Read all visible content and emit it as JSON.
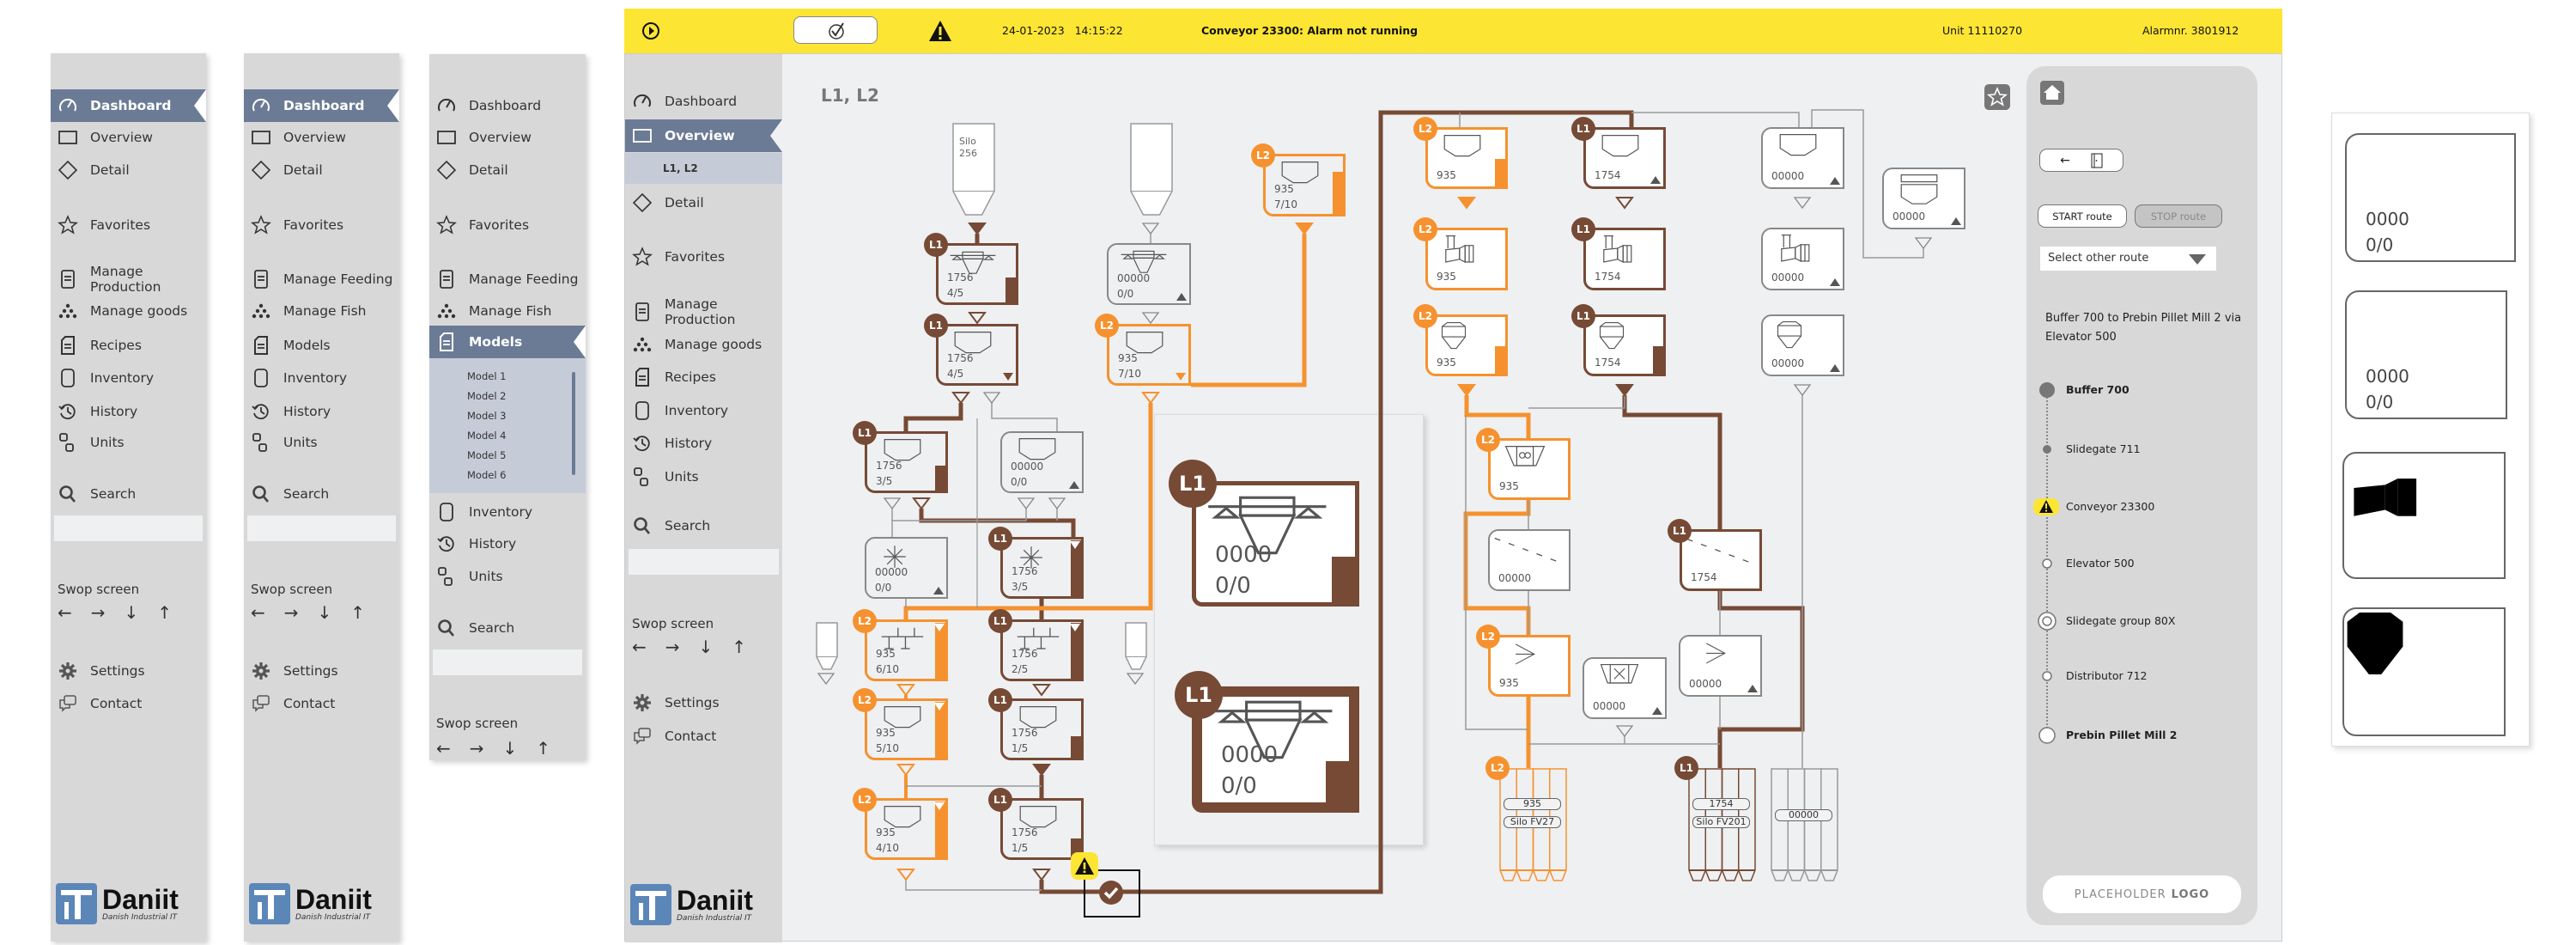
{
  "colors": {
    "L1": "#764a35",
    "L2": "#f5922f",
    "alarm_bar": "#fde533",
    "sidebar": "#d8d8d8",
    "sidebar_active": "#6b7b95",
    "sidebar_sub": "#c5ccd7",
    "idle": "#888888"
  },
  "logo": {
    "name": "Daniit",
    "tagline": "Danish Industrial IT"
  },
  "sidebars": [
    {
      "items": [
        {
          "label": "Dashboard",
          "icon": "gauge",
          "active": true
        },
        {
          "label": "Overview",
          "icon": "square"
        },
        {
          "label": "Detail",
          "icon": "diamond"
        },
        {
          "label": "Favorites",
          "icon": "star"
        },
        {
          "label": "Manage Production",
          "icon": "doc"
        },
        {
          "label": "Manage goods",
          "icon": "dots"
        },
        {
          "label": "Recipes",
          "icon": "recipe"
        },
        {
          "label": "Inventory",
          "icon": "inventory"
        },
        {
          "label": "History",
          "icon": "history"
        },
        {
          "label": "Units",
          "icon": "units"
        }
      ],
      "search_label": "Search",
      "swop_label": "Swop screen",
      "arrows": [
        "←",
        "→",
        "↓",
        "↑"
      ],
      "settings_label": "Settings",
      "contact_label": "Contact"
    },
    {
      "items": [
        {
          "label": "Dashboard",
          "icon": "gauge",
          "active": true
        },
        {
          "label": "Overview",
          "icon": "square"
        },
        {
          "label": "Detail",
          "icon": "diamond"
        },
        {
          "label": "Favorites",
          "icon": "star"
        },
        {
          "label": "Manage Feeding",
          "icon": "doc"
        },
        {
          "label": "Manage Fish",
          "icon": "dots"
        },
        {
          "label": "Models",
          "icon": "recipe"
        },
        {
          "label": "Inventory",
          "icon": "inventory"
        },
        {
          "label": "History",
          "icon": "history"
        },
        {
          "label": "Units",
          "icon": "units"
        }
      ],
      "search_label": "Search",
      "swop_label": "Swop screen",
      "arrows": [
        "←",
        "→",
        "↓",
        "↑"
      ],
      "settings_label": "Settings",
      "contact_label": "Contact"
    },
    {
      "items": [
        {
          "label": "Dashboard",
          "icon": "gauge"
        },
        {
          "label": "Overview",
          "icon": "square"
        },
        {
          "label": "Detail",
          "icon": "diamond"
        },
        {
          "label": "Favorites",
          "icon": "star"
        },
        {
          "label": "Manage Feeding",
          "icon": "doc"
        },
        {
          "label": "Manage Fish",
          "icon": "dots"
        },
        {
          "label": "Models",
          "icon": "recipe",
          "active": true
        },
        {
          "label": "Inventory",
          "icon": "inventory"
        },
        {
          "label": "History",
          "icon": "history"
        },
        {
          "label": "Units",
          "icon": "units"
        }
      ],
      "subitems": [
        "Model 1",
        "Model 2",
        "Model 3",
        "Model 4",
        "Model 5",
        "Model 6"
      ],
      "search_label": "Search",
      "swop_label": "Swop screen",
      "arrows": [
        "←",
        "→",
        "↓",
        "↑"
      ]
    },
    {
      "items": [
        {
          "label": "Dashboard",
          "icon": "gauge"
        },
        {
          "label": "Overview",
          "icon": "square",
          "active": true
        },
        {
          "label": "Detail",
          "icon": "diamond"
        },
        {
          "label": "Favorites",
          "icon": "star"
        },
        {
          "label": "Manage Production",
          "icon": "doc"
        },
        {
          "label": "Manage goods",
          "icon": "dots"
        },
        {
          "label": "Recipes",
          "icon": "recipe"
        },
        {
          "label": "Inventory",
          "icon": "inventory"
        },
        {
          "label": "History",
          "icon": "history"
        },
        {
          "label": "Units",
          "icon": "units"
        }
      ],
      "subitems": [
        "L1, L2"
      ],
      "search_label": "Search",
      "swop_label": "Swop screen",
      "arrows": [
        "←",
        "→",
        "↓",
        "↑"
      ],
      "settings_label": "Settings",
      "contact_label": "Contact"
    }
  ],
  "topbar": {
    "datetime": "24-01-2023   14:15:22",
    "alarm_message": "Conveyor 23300: Alarm not running",
    "unit": "Unit 11110270",
    "alarm_number": "Alarmnr. 3801912"
  },
  "main": {
    "title": "L1, L2"
  },
  "silo_top": {
    "label": "Silo",
    "number": "256"
  },
  "units": [
    {
      "level": "L1",
      "value": "1756",
      "ratio": "4/5",
      "icon": "scale",
      "fill": 0.45
    },
    {
      "level": "L1",
      "value": "1756",
      "ratio": "4/5",
      "icon": "bin",
      "marker": "down"
    },
    {
      "level": "L1",
      "value": "1756",
      "ratio": "3/5",
      "icon": "bin",
      "fill": 0.45
    },
    {
      "level": null,
      "value": "00000",
      "ratio": "0/0",
      "icon": "bin",
      "marker": "up"
    },
    {
      "level": null,
      "value": "00000",
      "ratio": "0/0",
      "icon": "mixer",
      "marker": "up"
    },
    {
      "level": "L1",
      "value": "1756",
      "ratio": "3/5",
      "icon": "mixer",
      "fill": 1,
      "top_marker": true
    },
    {
      "level": "L2",
      "value": "935",
      "ratio": "6/10",
      "icon": "distributor",
      "fill": 1,
      "top_marker": true
    },
    {
      "level": "L1",
      "value": "1756",
      "ratio": "2/5",
      "icon": "distributor",
      "fill": 1,
      "top_marker": true
    },
    {
      "level": "L2",
      "value": "935",
      "ratio": "5/10",
      "icon": "bin",
      "fill": 1,
      "top_marker": true
    },
    {
      "level": "L1",
      "value": "1756",
      "ratio": "1/5",
      "icon": "bin",
      "fill": 0.4
    },
    {
      "level": "L2",
      "value": "935",
      "ratio": "4/10",
      "icon": "bin",
      "fill": 1,
      "top_marker": true
    },
    {
      "level": "L1",
      "value": "1756",
      "ratio": "1/5",
      "icon": "bin",
      "fill": 0.35
    },
    {
      "level": null,
      "value": "00000",
      "ratio": "0/0",
      "icon": "scale",
      "marker": "up"
    },
    {
      "level": "L2",
      "value": "935",
      "ratio": "7/10",
      "icon": "bin",
      "marker": "down"
    },
    {
      "level": "L2",
      "value": "935",
      "ratio": "7/10",
      "icon": "bin",
      "fill": 0.75
    },
    {
      "level": "L2",
      "value": "935",
      "icon": "bin",
      "fill": 0.5
    },
    {
      "level": "L1",
      "value": "1754",
      "icon": "bin",
      "marker": "up"
    },
    {
      "level": null,
      "value": "00000",
      "icon": "bin",
      "marker": "up"
    },
    {
      "level": null,
      "value": "00000",
      "icon": "silo-bin",
      "marker": "up"
    },
    {
      "level": "L2",
      "value": "935",
      "icon": "press"
    },
    {
      "level": "L1",
      "value": "1754",
      "icon": "press"
    },
    {
      "level": null,
      "value": "00000",
      "icon": "press",
      "marker": "up"
    },
    {
      "level": "L2",
      "value": "935",
      "icon": "cooler",
      "fill": 0.5
    },
    {
      "level": "L1",
      "value": "1754",
      "icon": "cooler",
      "fill": 0.5
    },
    {
      "level": null,
      "value": "00000",
      "icon": "cooler",
      "marker": "up"
    },
    {
      "level": "L2",
      "value": "935",
      "icon": "dryer"
    },
    {
      "level": null,
      "value": "00000",
      "icon": "sieve"
    },
    {
      "level": "L1",
      "value": "1754",
      "icon": "sieve"
    },
    {
      "level": "L2",
      "value": "935",
      "icon": "chevron"
    },
    {
      "level": null,
      "value": "00000",
      "icon": "crusher",
      "marker": "up"
    },
    {
      "level": null,
      "value": "00000",
      "icon": "chevron",
      "marker": "up"
    },
    {
      "level": "L1",
      "value": "0000",
      "ratio": "0/0",
      "icon": "scale",
      "fill": 0.4
    },
    {
      "level": "L1",
      "value": "0000",
      "ratio": "0/0",
      "icon": "scale",
      "fill": 0.4
    }
  ],
  "valves": [
    {
      "line": "L1",
      "state": "filled"
    },
    {
      "line": "L1",
      "state": "open"
    },
    {
      "line": "L1",
      "state": "open"
    },
    {
      "line": null,
      "state": "open"
    },
    {
      "line": null,
      "state": "open"
    },
    {
      "line": "L1",
      "state": "open"
    },
    {
      "line": null,
      "state": "open"
    },
    {
      "line": null,
      "state": "open"
    },
    {
      "line": "L2",
      "state": "open"
    },
    {
      "line": "L1",
      "state": "open"
    },
    {
      "line": "L2",
      "state": "open"
    },
    {
      "line": "L1",
      "state": "filled"
    },
    {
      "line": "L2",
      "state": "open"
    },
    {
      "line": "L1",
      "state": "open"
    },
    {
      "line": null,
      "state": "open"
    },
    {
      "line": null,
      "state": "open"
    },
    {
      "line": "L2",
      "state": "open"
    },
    {
      "line": "L2",
      "state": "filled"
    },
    {
      "line": "L2",
      "state": "filled"
    },
    {
      "line": "L1",
      "state": "open"
    },
    {
      "line": null,
      "state": "open"
    },
    {
      "line": "L2",
      "state": "filled"
    },
    {
      "line": "L1",
      "state": "filled"
    },
    {
      "line": null,
      "state": "open"
    },
    {
      "line": null,
      "state": "open"
    },
    {
      "line": null,
      "state": "open"
    },
    {
      "line": null,
      "state": "open"
    },
    {
      "line": null,
      "state": "open"
    }
  ],
  "storage_silos": [
    {
      "level": "L2",
      "value": "935",
      "name": "Silo FV27"
    },
    {
      "level": "L1",
      "value": "1754",
      "name": "Silo FV201"
    },
    {
      "level": null,
      "value": "00000"
    }
  ],
  "route_panel": {
    "start_label": "START route",
    "stop_label": "STOP route",
    "select_placeholder": "Select other route",
    "route_title": "Buffer 700 to Prebin Pillet Mill 2 via Elevator 500",
    "steps": [
      {
        "label": "Buffer 700",
        "state": "start"
      },
      {
        "label": "Slidegate 711",
        "state": "done"
      },
      {
        "label": "Conveyor 23300",
        "state": "alarm"
      },
      {
        "label": "Elevator 500",
        "state": "pending"
      },
      {
        "label": "Slidegate group 80X",
        "state": "group"
      },
      {
        "label": "Distributor 712",
        "state": "pending"
      },
      {
        "label": "Prebin Pillet Mill 2",
        "state": "end"
      }
    ],
    "logo_text_light": "PLACEHOLDER",
    "logo_text_bold": "LOGO"
  },
  "legend": {
    "cards": [
      {
        "icon": "mixer",
        "value": "0000",
        "ratio": "0/0"
      },
      {
        "icon": "distributor",
        "value": "0000",
        "ratio": "0/0"
      },
      {
        "icon": "press"
      },
      {
        "icon": "cooler"
      }
    ]
  }
}
